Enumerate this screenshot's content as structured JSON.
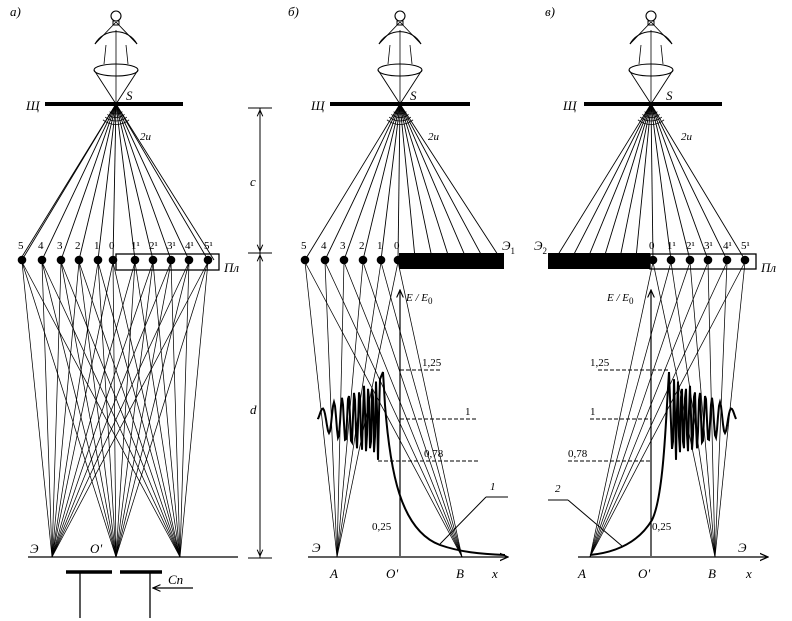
{
  "panels": [
    {
      "id": "a",
      "label": "а)",
      "slit_label": "Щ",
      "source_label": "S",
      "angle_label": "2u",
      "plate_label": "Пл",
      "screen_label": "Э",
      "center_label": "O'",
      "aperture_label": "Сп",
      "c_label": "c",
      "d_label": "d",
      "left_nums": [
        "5",
        "4",
        "3",
        "2",
        "1",
        "0"
      ],
      "right_nums": [
        "1¹",
        "2¹",
        "3¹",
        "4¹",
        "5¹"
      ]
    },
    {
      "id": "b",
      "label": "б)",
      "slit_label": "Щ",
      "source_label": "S",
      "angle_label": "2u",
      "screen_top_label": "Э",
      "screen_top_sub": "1",
      "intensity_axis_label": "E / E",
      "intensity_axis_sub": "0",
      "screen_label": "Э",
      "left_nums": [
        "5",
        "4",
        "3",
        "2",
        "1",
        "0"
      ],
      "levels": [
        "1,25",
        "1",
        "0,78",
        "0,25"
      ],
      "curve_number": "1",
      "point_A": "A",
      "point_O": "O'",
      "point_B": "B",
      "x_axis_label": "x"
    },
    {
      "id": "c",
      "label": "в)",
      "slit_label": "Щ",
      "source_label": "S",
      "angle_label": "2u",
      "screen_top_label": "Э",
      "screen_top_sub": "2",
      "plate_label": "Пл",
      "intensity_axis_label": "E / E",
      "intensity_axis_sub": "0",
      "screen_label": "Э",
      "right_nums": [
        "0",
        "1¹",
        "2¹",
        "3¹",
        "4¹",
        "5¹"
      ],
      "levels": [
        "1,25",
        "1",
        "0,78",
        "0,25"
      ],
      "curve_number": "2",
      "point_A": "A",
      "point_O": "O'",
      "point_B": "B",
      "x_axis_label": "x"
    }
  ]
}
